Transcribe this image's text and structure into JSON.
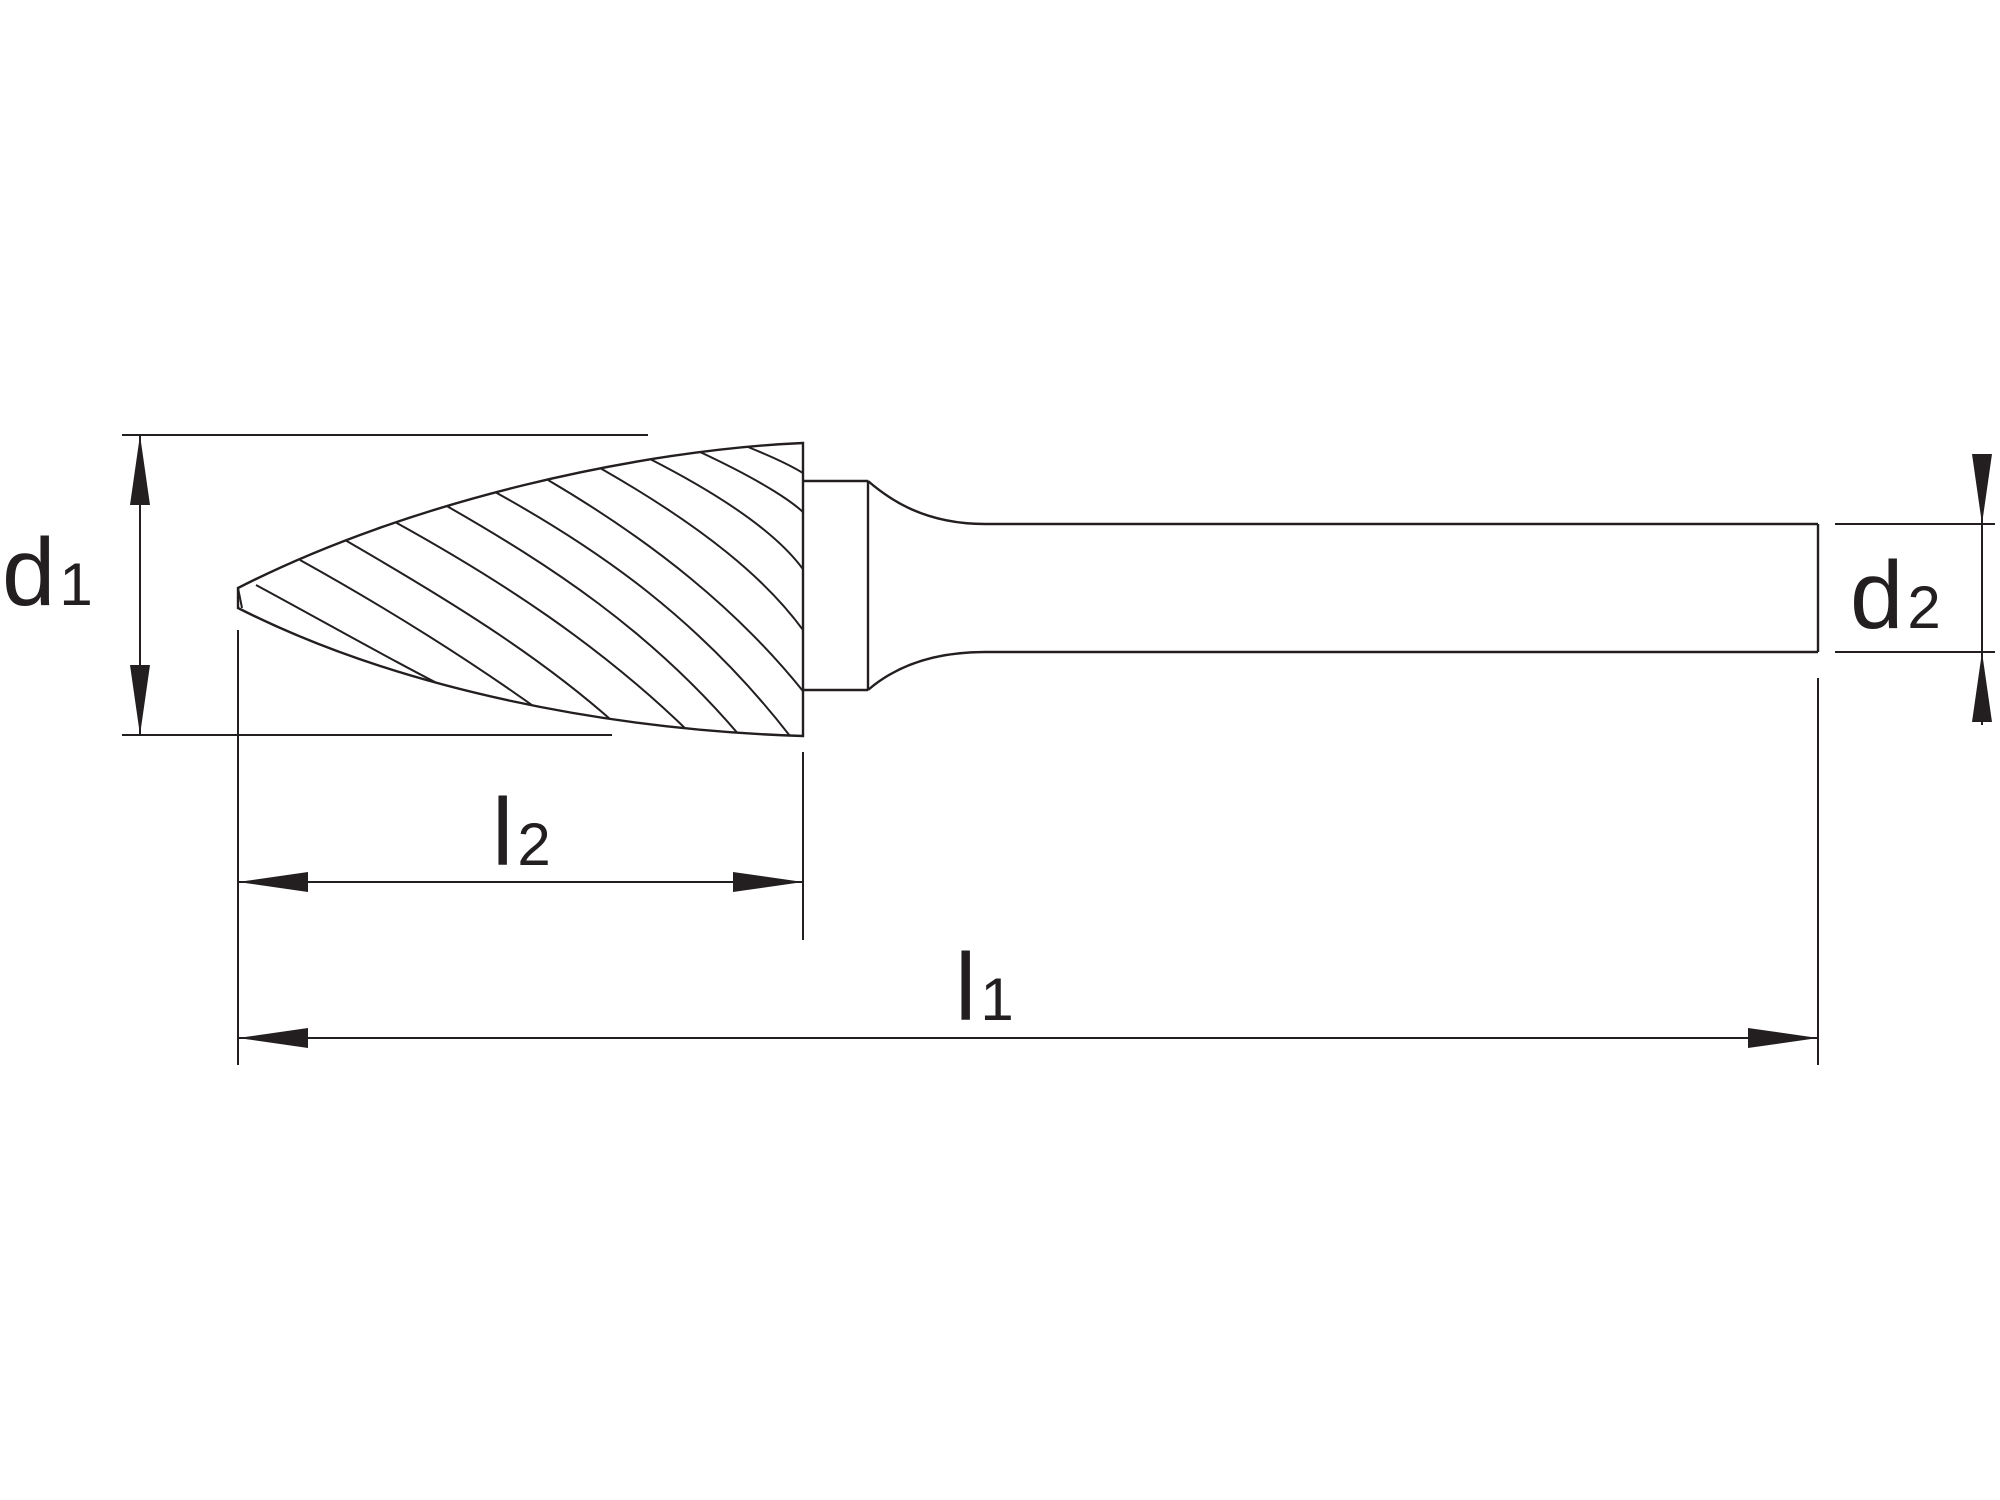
{
  "dimensions": {
    "d1": {
      "symbol": "d",
      "subscript": "1"
    },
    "d2": {
      "symbol": "d",
      "subscript": "2"
    },
    "l1": {
      "symbol": "l",
      "subscript": "1"
    },
    "l2": {
      "symbol": "l",
      "subscript": "2"
    }
  },
  "colors": {
    "line": "#231f20",
    "background": "#ffffff"
  }
}
